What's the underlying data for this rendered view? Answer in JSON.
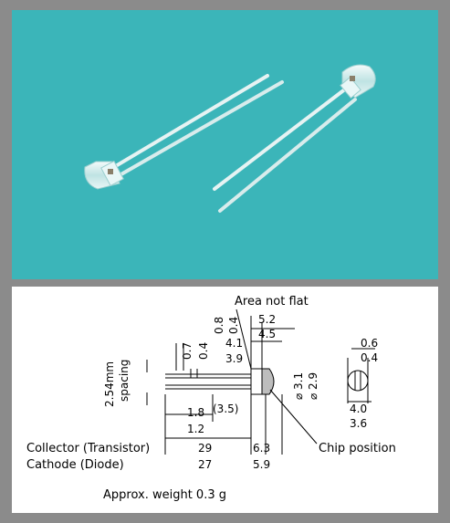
{
  "drawing": {
    "area_not_flat": "Area not flat",
    "chip_position": "Chip position",
    "collector": "Collector (Transistor)",
    "cathode": "Cathode (Diode)",
    "weight": "Approx. weight 0.3 g",
    "spacing_line1": "2.54mm",
    "spacing_line2": "spacing",
    "dims": {
      "d07": "0.7",
      "d04a": "0.4",
      "d08": "0.8",
      "d04b": "0.4",
      "d52": "5.2",
      "d45": "4.5",
      "d41": "4.1",
      "d39": "3.9",
      "d18": "1.8",
      "d12": "1.2",
      "d35": "(3.5)",
      "d29": "29",
      "d27": "27",
      "d63": "6.3",
      "d59": "5.9",
      "d31": "⌀ 3.1",
      "d29b": "⌀ 2.9",
      "d06": "0.6",
      "d04c": "0.4",
      "d40": "4.0",
      "d36": "3.6"
    }
  },
  "colors": {
    "photo_background": "#3bb5b9",
    "frame": "#8b8b8b",
    "drawing_background": "#ffffff"
  }
}
